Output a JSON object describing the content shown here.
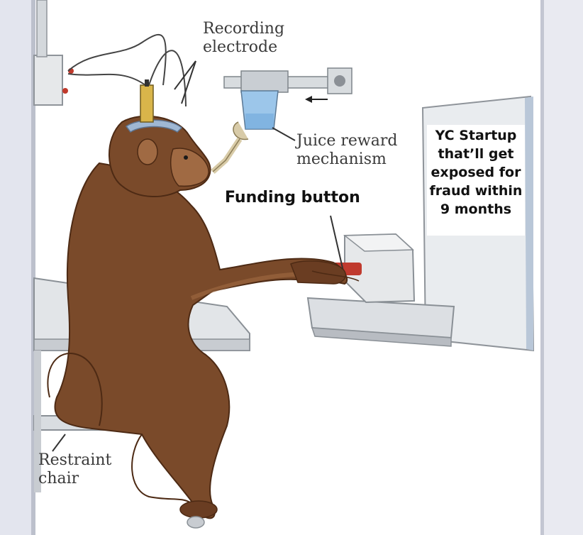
{
  "labels": {
    "recording": [
      "Recording",
      "electrode"
    ],
    "juice": [
      "Juice reward",
      "mechanism"
    ],
    "restraint": [
      "Restraint",
      "chair"
    ]
  },
  "meme": {
    "funding_button": "Funding button",
    "monitor_text": [
      "YC Startup",
      "that’ll get",
      "exposed for",
      "fraud within",
      "9 months"
    ]
  },
  "colors": {
    "fur": "#7a4a2a",
    "fur_dark": "#5b3319",
    "fur_light": "#a06a43",
    "metal": "#d8dcdf",
    "metal_dark": "#9aa0a6",
    "screen": "#e9ecef",
    "background_wall": "#e2e4ec",
    "juice_glass": "#9cc6ea",
    "button_red": "#c03a2e"
  }
}
